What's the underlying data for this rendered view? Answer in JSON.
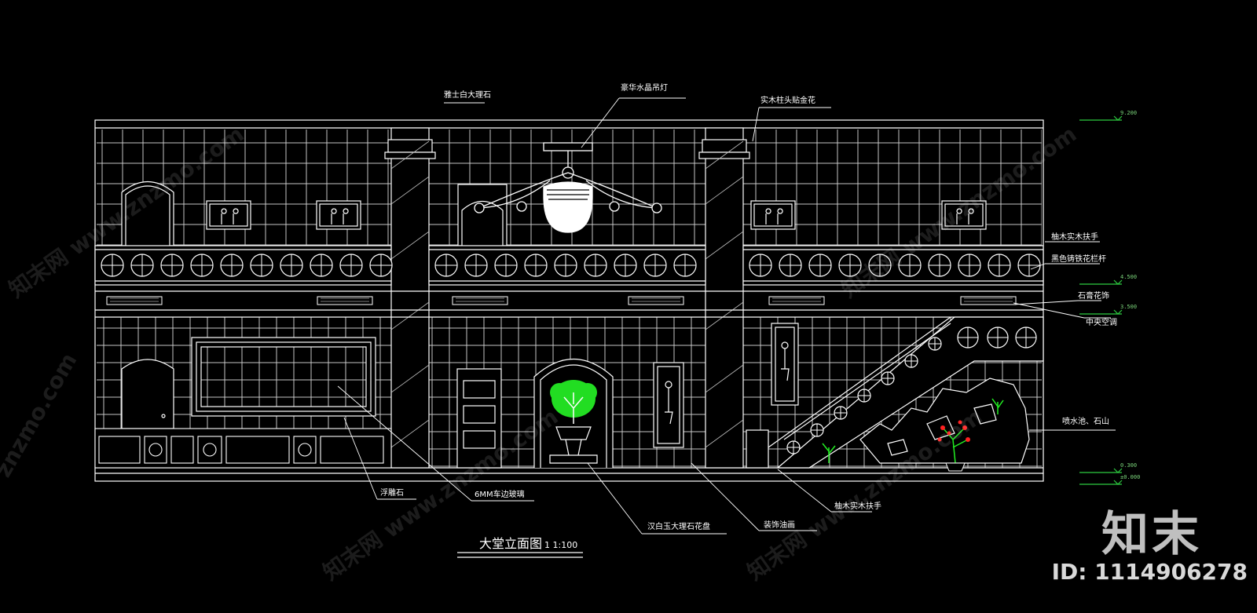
{
  "drawing": {
    "title": "大堂立面图",
    "scale_label": "1  1:100",
    "levels": [
      "9.200",
      "4.500",
      "3.500",
      "0.300",
      "±0.000"
    ]
  },
  "callouts": {
    "marble_top": "雅士白大理石",
    "chandelier": "豪华水晶吊灯",
    "column_cap": "实木柱头贴金花",
    "handrail_upper": "柚木实木扶手",
    "railing": "黑色铸铁花栏杆",
    "plaster_molding": "石膏花饰",
    "central_ac": "中央空调",
    "fountain": "喷水池、石山",
    "sandstone": "浮雕石",
    "glass": "6MM车边玻璃",
    "planter": "汉白玉大理石花盘",
    "painting": "装饰油画",
    "handrail_lower": "柚木实木扶手"
  },
  "watermark": {
    "logo": "知末",
    "id": "ID: 1114906278",
    "site": "znzmo.com",
    "site_cn": "知末网 www.znzmo.com"
  },
  "colors": {
    "background": "#000000",
    "line": "#ffffff",
    "level_marker": "#2ecc40",
    "tree": "#22dd22",
    "accent_red": "#ff2020"
  }
}
